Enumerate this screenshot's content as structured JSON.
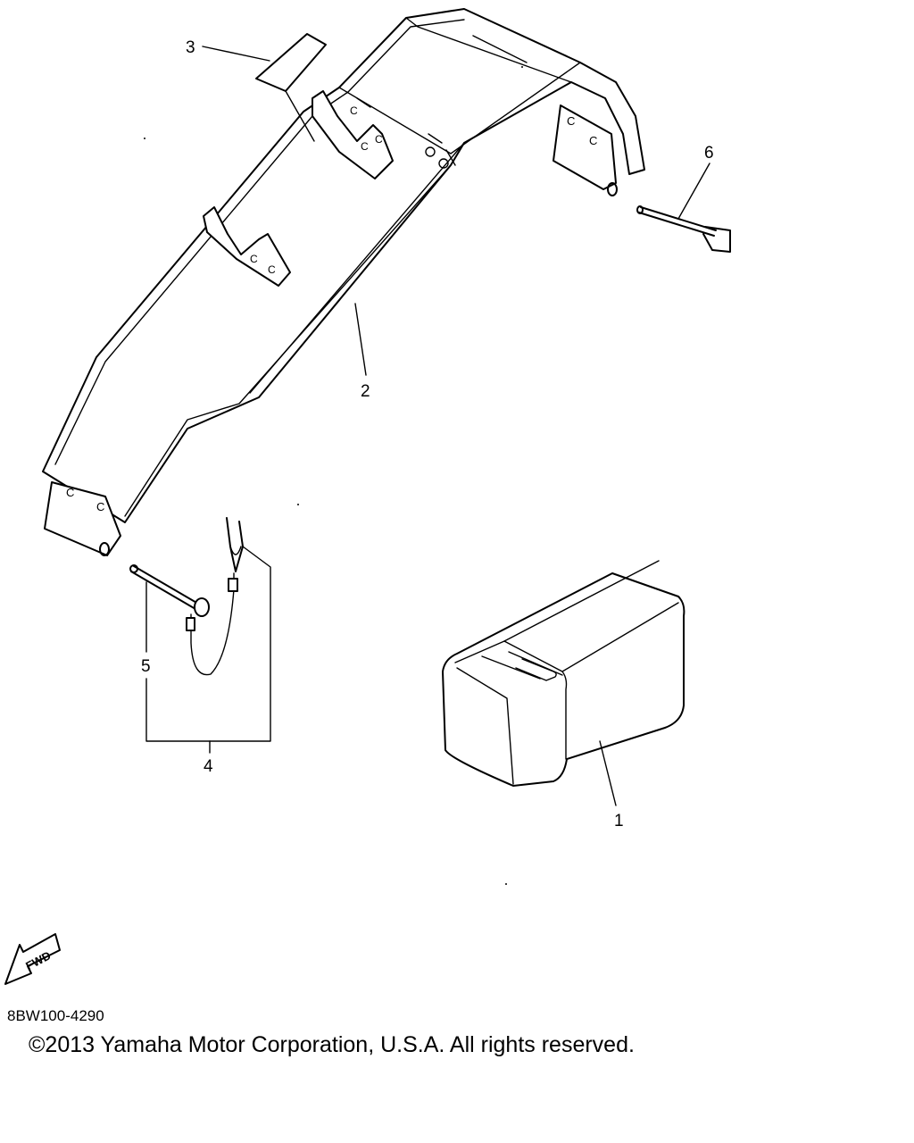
{
  "callouts": {
    "c1": "1",
    "c2": "2",
    "c3": "3",
    "c4": "4",
    "c5": "5",
    "c6": "6"
  },
  "fwd_arrow": {
    "label": "FWD",
    "icon": "fwd-arrow-icon"
  },
  "drawing_code": "8BW100-4290",
  "copyright": "©2013 Yamaha Motor Corporation, U.S.A. All rights reserved."
}
